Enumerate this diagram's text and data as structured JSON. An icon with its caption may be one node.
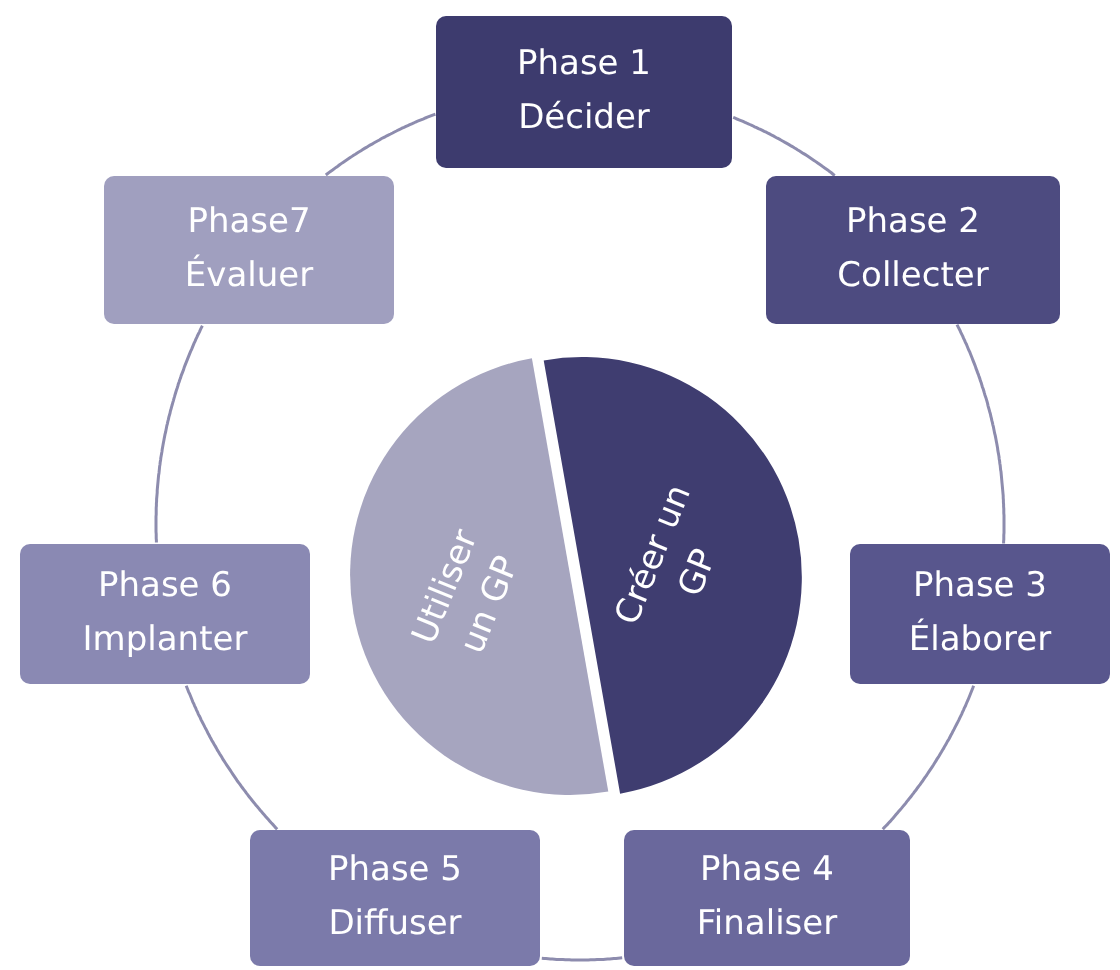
{
  "diagram": {
    "nodes": [
      {
        "text": [
          "Phase 1",
          "Décider"
        ]
      },
      {
        "text": [
          "Phase 2",
          "Collecter"
        ]
      },
      {
        "text": [
          "Phase 3",
          "Élaborer"
        ]
      },
      {
        "text": [
          "Phase 4",
          "Finaliser"
        ]
      },
      {
        "text": [
          "Phase 5",
          "Diffuser"
        ]
      },
      {
        "text": [
          "Phase 6",
          "Implanter"
        ]
      },
      {
        "text": [
          "Phase7",
          "Évaluer"
        ]
      },
      {
        "text": [
          "Créer un GP"
        ]
      },
      {
        "text": [
          "Utiliser un GP"
        ]
      }
    ],
    "edges": [
      {
        "from": 0,
        "to": 1,
        "arrow": "none"
      },
      {
        "from": 1,
        "to": 2,
        "arrow": "none"
      },
      {
        "from": 2,
        "to": 3,
        "arrow": "none"
      },
      {
        "from": 3,
        "to": 4,
        "arrow": "none"
      },
      {
        "from": 4,
        "to": 5,
        "arrow": "none"
      },
      {
        "from": 5,
        "to": 6,
        "arrow": "none"
      },
      {
        "from": 6,
        "to": 0,
        "arrow": "none"
      }
    ]
  }
}
